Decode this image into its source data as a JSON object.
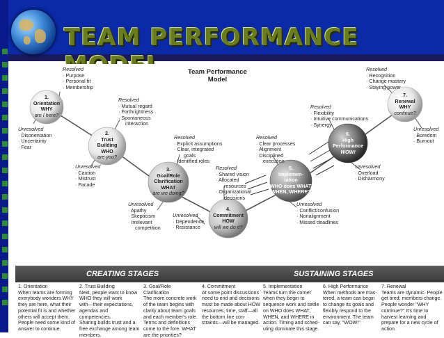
{
  "slide": {
    "title": "Team Performance Model",
    "colors": {
      "blue": "#0b2aa8",
      "title": "#6a7d1c",
      "squares": "#2e8b2e"
    }
  },
  "diagram": {
    "heading": [
      "Team Performance",
      "Model"
    ],
    "stages": [
      {
        "name": [
          "1.",
          "Orientation",
          "WHY",
          "am I here?"
        ],
        "resolved_label": "Resolved",
        "resolved": [
          "· Purpose",
          "· Personal fit",
          "· Membership"
        ],
        "unresolved_label": "Unresolved",
        "unresolved": [
          "· Disorientation",
          "· Uncertainty",
          "· Fear"
        ]
      },
      {
        "name": [
          "2.",
          "Trust",
          "Building",
          "WHO",
          "are you?"
        ],
        "resolved_label": "Resolved",
        "resolved": [
          "· Mutual regard",
          "· Forthrightness",
          "· Spontaneous",
          "interaction"
        ],
        "unresolved_label": "Unresolved",
        "unresolved": [
          "· Caution",
          "· Mistrust",
          "· Facade"
        ]
      },
      {
        "name": [
          "3.",
          "Goal/Role",
          "Clarification",
          "WHAT",
          "are we doing?"
        ],
        "resolved_label": "Resolved",
        "resolved": [
          "· Explicit assumptions",
          "· Clear, integrated",
          "goals",
          "· Identified roles"
        ],
        "unresolved_label": "Unresolved",
        "unresolved": [
          "· Apathy",
          "· Skepticism",
          "· Irrelevant",
          "competition"
        ]
      },
      {
        "name": [
          "4.",
          "Commitment",
          "HOW",
          "will we do it?"
        ],
        "resolved_label": "Resolved",
        "resolved": [
          "· Shared vision",
          "· Allocated",
          "resources",
          "· Organizational",
          "decisions"
        ],
        "unresolved_label": "Unresolved",
        "unresolved": [
          "· Dependence",
          "· Resistance"
        ]
      },
      {
        "name": [
          "5.",
          "Implemen-",
          "tation",
          "WHO does WHAT,",
          "WHEN, WHERE?"
        ],
        "resolved_label": "Resolved",
        "resolved": [
          "· Clear processes",
          "· Alignment",
          "· Disciplined",
          "execution"
        ],
        "unresolved_label": "Unresolved",
        "unresolved": [
          "· Conflict/confusion",
          "· Nonalignment",
          "· Missed deadlines"
        ]
      },
      {
        "name": [
          "6.",
          "High",
          "Performance",
          "WOW!"
        ],
        "resolved_label": "Resolved",
        "resolved": [
          "· Flexibility",
          "· Intuitive communications",
          "· Synergy"
        ],
        "unresolved_label": "Unresolved",
        "unresolved": [
          "· Overload",
          "· Disharmony"
        ]
      },
      {
        "name": [
          "7.",
          "Renewal",
          "WHY",
          "continue?"
        ],
        "resolved_label": "Resolved",
        "resolved": [
          "· Recognition",
          "· Change mastery",
          "· Staying power"
        ],
        "unresolved_label": "Unresolved",
        "unresolved": [
          "· Boredom",
          "· Burnout"
        ]
      }
    ],
    "creating_label": "CREATING STAGES",
    "sustaining_label": "SUSTAINING STAGES",
    "descriptions": [
      "1. Orientation\nWhen teams are forming\neverybody wonders WHY\nthey are here, what their\npotential fit is and whether\nothers will accept them.\nPeople need some kind of\nanswer to continue.",
      "2. Trust Building\nNext, people want to know\nWHO they will work\nwith—their expectations,\nagendas and competencies.\nSharing builds trust and a\nfree exchange among team\nmembers.",
      "3. Goal/Role\n    Clarification\nThe more concrete work\nof the team begins with\nclarity about team goals\nand each member's role.\nTerms and definitions\ncome to the fore. WHAT\nare the priorities?",
      "4. Commitment\nAt some point discussions\nneed to end and decisions\nmust be made about HOW\nresources, time, staff—all\nthe bottom line con-\nstraints—will be managed.",
      "5. Implementation\nTeams turn the corner\nwhen they begin to\nsequence work and settle\non WHO does WHAT,\nWHEN, and WHERE in\naction. Timing and sched-\nuling dominate this stage.",
      "6. High Performance\nWhen methods are mas-\ntered, a team can begin\nto change its goals and\nflexibly respond to the\nenvironment. The team\ncan say, \"WOW!\"",
      "7. Renewal\nTeams are dynamic. People\nget tired; members change.\nPeople wonder \"WHY\ncontinue?\" It's time to\nharvest learning and\nprepare for a new cycle of\naction."
    ]
  }
}
